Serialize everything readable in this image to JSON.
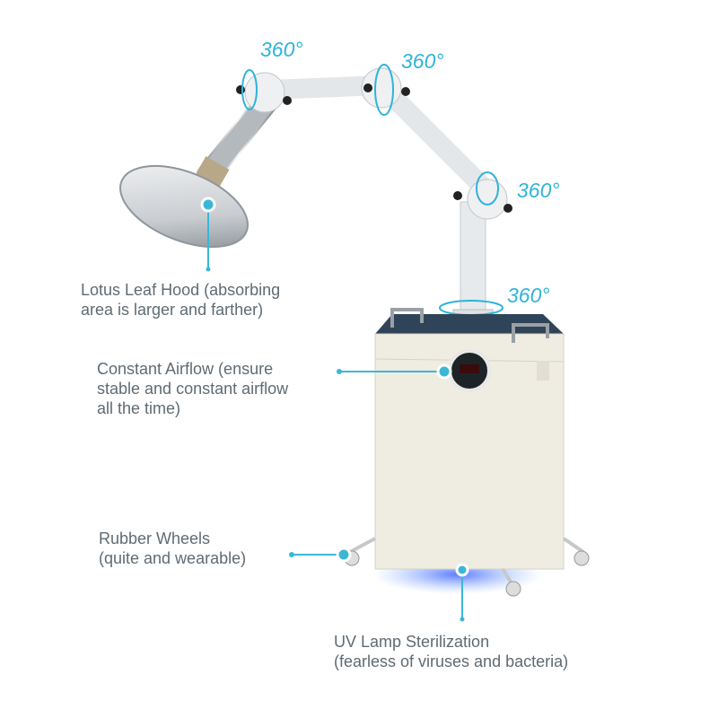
{
  "colors": {
    "accent": "#3bb7d6",
    "text": "#5f6b73",
    "cabinet": "#efece2",
    "lid": "#2f4458"
  },
  "rotation_labels": [
    "360°",
    "360°",
    "360°",
    "360°"
  ],
  "callouts": {
    "hood": {
      "lines": [
        "Lotus Leaf Hood (absorbing",
        "area is larger and farther)"
      ]
    },
    "airflow": {
      "lines": [
        "Constant Airflow (ensure",
        "stable and constant airflow",
        "all the time)"
      ]
    },
    "wheels": {
      "lines": [
        "Rubber Wheels",
        "(quite and wearable)"
      ]
    },
    "uv": {
      "lines": [
        "UV Lamp Sterilization",
        "(fearless of viruses and bacteria)"
      ]
    }
  }
}
